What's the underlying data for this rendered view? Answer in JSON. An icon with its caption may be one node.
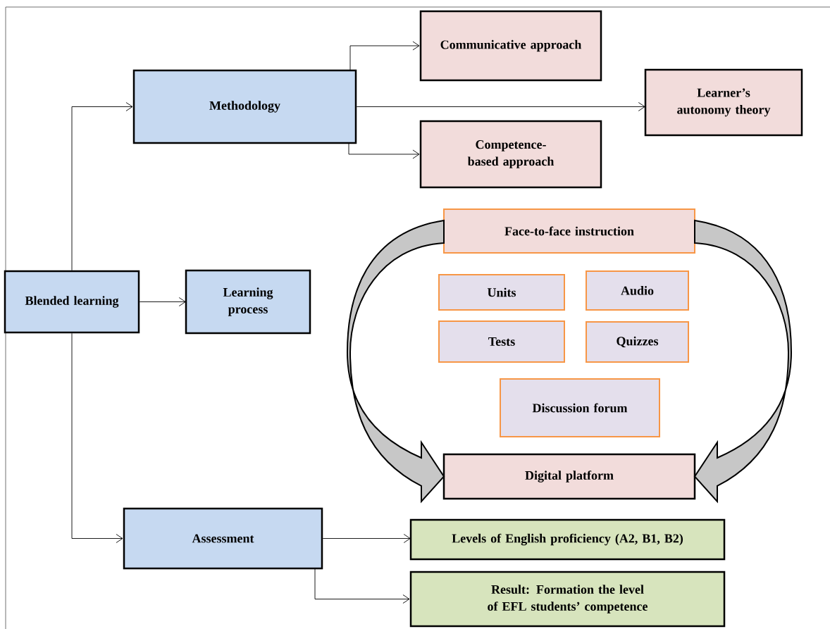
{
  "diagram": {
    "nodes": [
      {
        "text": [
          "Blended learning"
        ]
      },
      {
        "text": [
          "Methodology"
        ]
      },
      {
        "text": [
          "Communicative approach"
        ]
      },
      {
        "text": [
          "Learner’s autonomy theory"
        ]
      },
      {
        "text": [
          "Competence-based approach"
        ]
      },
      {
        "text": [
          "Learning process"
        ]
      },
      {
        "text": [
          "Face-to-face instruction"
        ]
      },
      {
        "text": [
          "Units"
        ]
      },
      {
        "text": [
          "Audio"
        ]
      },
      {
        "text": [
          "Tests"
        ]
      },
      {
        "text": [
          "Quizzes"
        ]
      },
      {
        "text": [
          "Discussion forum"
        ]
      },
      {
        "text": [
          "Digital platform"
        ]
      },
      {
        "text": [
          "Assessment"
        ]
      },
      {
        "text": [
          "Levels of English proficiency (A2, B1, B2)"
        ]
      },
      {
        "text": [
          "Result: Formation the level of EFL students’ competence"
        ]
      }
    ],
    "edges": [
      {
        "from": 0,
        "to": 1,
        "arrow": "to"
      },
      {
        "from": 0,
        "to": 5,
        "arrow": "to"
      },
      {
        "from": 0,
        "to": 13,
        "arrow": "to"
      },
      {
        "from": 1,
        "to": 2,
        "arrow": "to"
      },
      {
        "from": 1,
        "to": 3,
        "arrow": "to"
      },
      {
        "from": 1,
        "to": 4,
        "arrow": "to"
      },
      {
        "from": 6,
        "to": 12,
        "arrow": "to",
        "style": "thick"
      },
      {
        "from": 6,
        "to": 12,
        "arrow": "to",
        "style": "thick"
      },
      {
        "from": 13,
        "to": 14,
        "arrow": "to"
      },
      {
        "from": 13,
        "to": 15,
        "arrow": "to"
      }
    ]
  }
}
